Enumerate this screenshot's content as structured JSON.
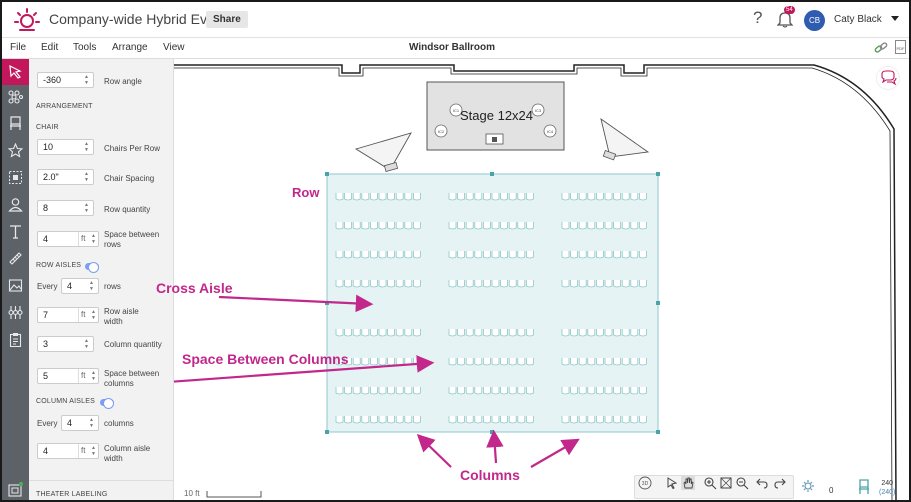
{
  "header": {
    "app_title": "Company-wide Hybrid Event",
    "share_label": "Share",
    "help_icon": "?",
    "notification_count": "54",
    "user_initials": "CB",
    "user_name": "Caty Black"
  },
  "menu": {
    "items": [
      "File",
      "Edit",
      "Tools",
      "Arrange",
      "View"
    ],
    "doc_title": "Windsor Ballroom",
    "pdf_label": "PDF"
  },
  "toolbar": {
    "tools": [
      "select-arrow-icon",
      "layout-icon",
      "chair-icon",
      "star-icon",
      "group-select-icon",
      "attendee-icon",
      "text-icon",
      "measure-icon",
      "image-icon",
      "tables-icon",
      "clipboard-icon"
    ]
  },
  "panel": {
    "row_angle": {
      "value": "-360",
      "label": "Row angle"
    },
    "arrangement_heading": "ARRANGEMENT",
    "chair_heading": "CHAIR",
    "chairs_per_row": {
      "value": "10",
      "label": "Chairs Per Row"
    },
    "chair_spacing": {
      "value": "2.0\"",
      "label": "Chair Spacing"
    },
    "row_quantity": {
      "value": "8",
      "label": "Row quantity"
    },
    "space_between_rows": {
      "value": "4",
      "unit": "ft",
      "label": "Space between rows"
    },
    "row_aisles_heading": "ROW AISLES",
    "row_aisles_enabled": true,
    "row_aisles_every": {
      "prefix": "Every",
      "value": "4",
      "suffix": "rows"
    },
    "row_aisle_width": {
      "value": "7",
      "unit": "ft",
      "label": "Row aisle width"
    },
    "column_quantity": {
      "value": "3",
      "label": "Column quantity"
    },
    "space_between_columns": {
      "value": "5",
      "unit": "ft",
      "label": "Space between columns"
    },
    "column_aisles_heading": "COLUMN AISLES",
    "column_aisles_enabled": true,
    "column_aisles_every": {
      "prefix": "Every",
      "value": "4",
      "suffix": "columns"
    },
    "column_aisle_width": {
      "value": "4",
      "unit": "ft",
      "label": "Column aisle width"
    },
    "theater_heading": "THEATER LABELING"
  },
  "canvas": {
    "stage_label": "Stage 12x24",
    "stage_mics": [
      "IC1",
      "IC2",
      "IC3",
      "IC4"
    ],
    "annotations": {
      "row": "Row",
      "cross_aisle": "Cross Aisle",
      "space_between_columns": "Space Between Columns",
      "columns": "Columns"
    },
    "scale_label": "10 ft",
    "zoom_value": "0",
    "count_top": "240",
    "count_bottom": "(240)"
  },
  "colors": {
    "accent": "#c2185b",
    "annotation": "#c2278b",
    "seating_fill": "#e6f3f4",
    "seating_stroke": "#8cc7cb",
    "toolbar_bg": "#5c6268"
  }
}
